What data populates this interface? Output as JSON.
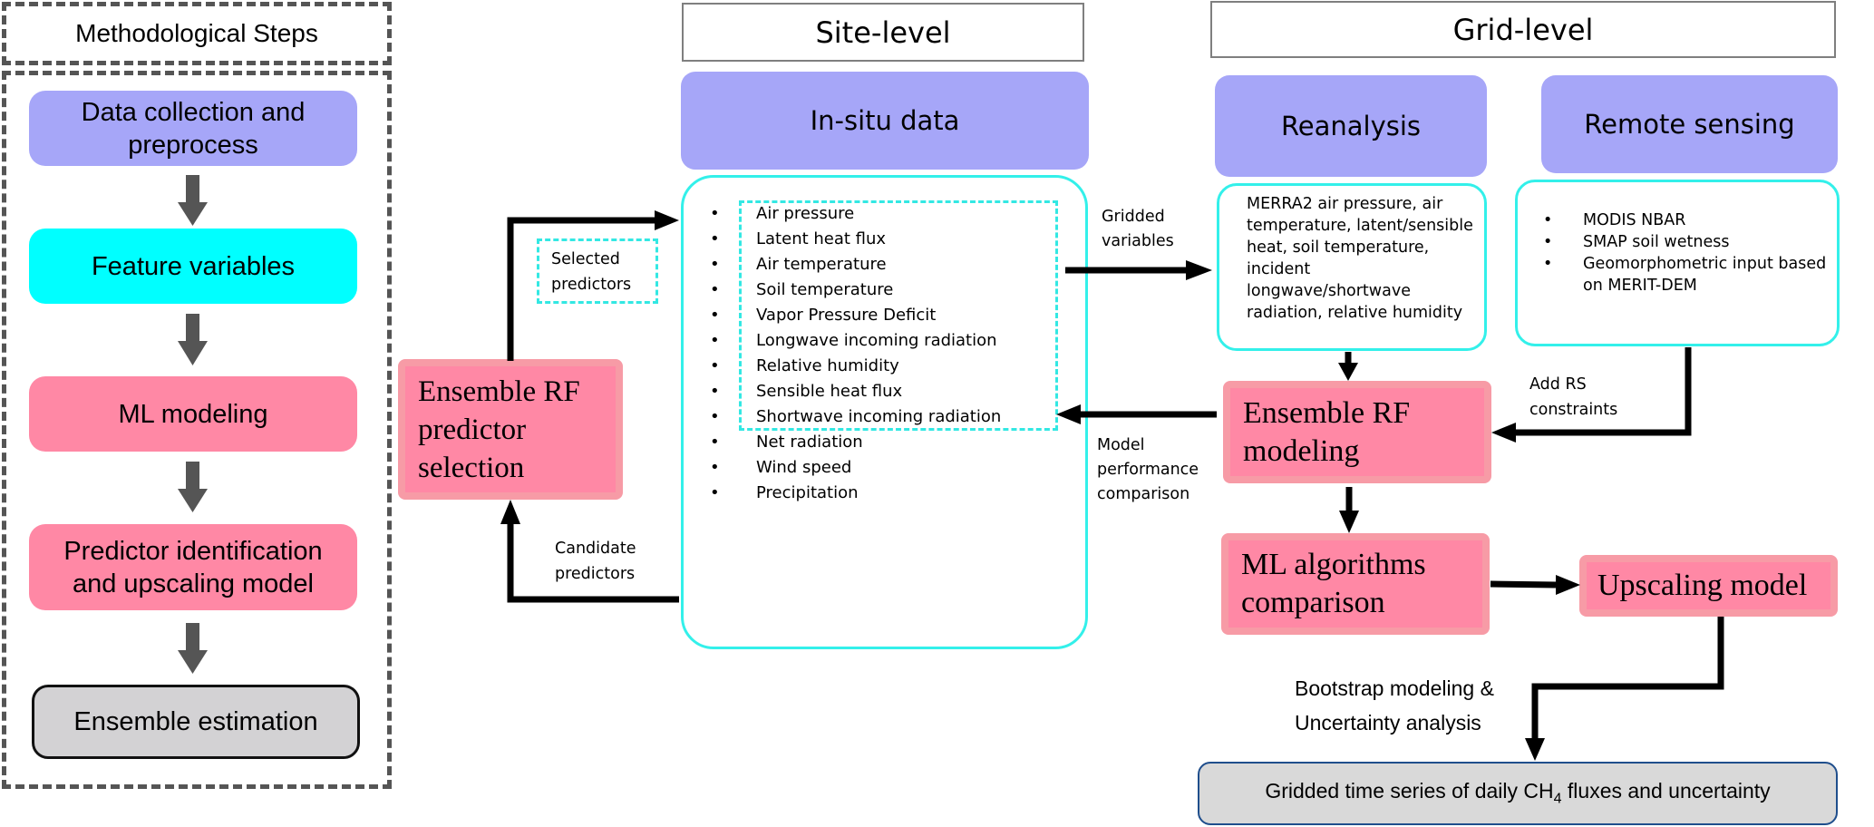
{
  "left_panel": {
    "title": "Methodological Steps",
    "steps": [
      {
        "label": "Data collection and preprocess",
        "color": "#a6a6f8"
      },
      {
        "label": "Feature variables",
        "color": "#00ffff"
      },
      {
        "label": "ML modeling",
        "color": "#ff88a5"
      },
      {
        "label": "Predictor identification and upscaling model",
        "color": "#ff88a5"
      },
      {
        "label": "Ensemble estimation",
        "color": "#d3d2d4"
      }
    ]
  },
  "site_level": {
    "header": "Site-level",
    "source": "In-situ data",
    "variables": [
      "Air pressure",
      "Latent heat flux",
      "Air temperature",
      "Soil temperature",
      "Vapor Pressure Deficit",
      "Longwave incoming radiation",
      "Relative humidity",
      "Sensible heat flux",
      "Shortwave incoming radiation",
      "Net radiation",
      "Wind speed",
      "Precipitation"
    ],
    "selected_count": 9,
    "bullet": "•",
    "predictor_selection": "Ensemble RF predictor selection",
    "selected_predictors_label": "Selected predictors",
    "candidate_predictors_label": "Candidate predictors"
  },
  "connectors": {
    "gridded_variables": "Gridded variables",
    "model_performance": "Model performance comparison",
    "add_rs": "Add RS constraints",
    "bootstrap_line1": "Bootstrap modeling &",
    "bootstrap_line2": "Uncertainty analysis"
  },
  "grid_level": {
    "header": "Grid-level",
    "reanalysis": {
      "title": "Reanalysis",
      "text": "MERRA2 air pressure, air temperature, latent/sensible heat, soil temperature, incident longwave/shortwave radiation, relative humidity"
    },
    "remote_sensing": {
      "title": "Remote sensing",
      "items": [
        "MODIS NBAR",
        "SMAP soil wetness",
        "Geomorphometric input based on MERIT-DEM"
      ]
    },
    "ensemble_rf_modeling": "Ensemble RF modeling",
    "ml_comparison": "ML algorithms comparison",
    "upscaling_model": "Upscaling model",
    "output": {
      "prefix": "Gridded time series of daily CH",
      "subscript": "4",
      "suffix": " fluxes and uncertainty"
    }
  },
  "colors": {
    "purple": "#a6a6f8",
    "cyan": "#00ffff",
    "cyan_outline": "#33f0ea",
    "pink": "#ff88a5",
    "pink_border": "#f79ba6",
    "gray": "#d3d2d4",
    "arrow_dark": "#555555",
    "arrow_black": "#000000"
  }
}
